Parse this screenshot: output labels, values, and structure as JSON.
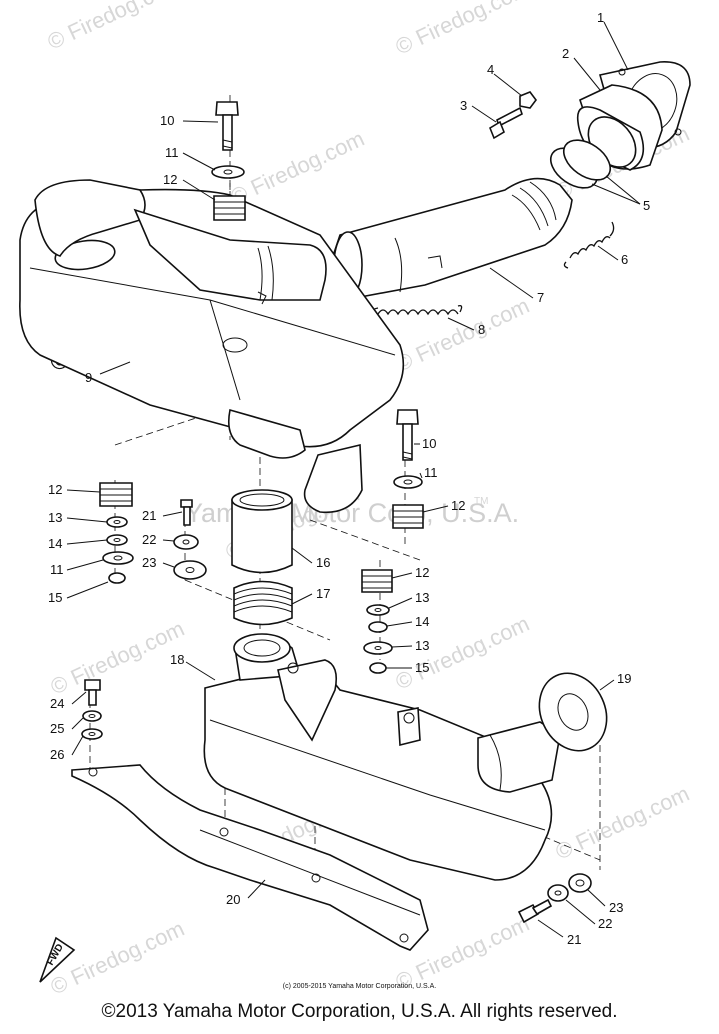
{
  "watermarks": {
    "small": "© Firedog.com",
    "large": "Yamaha Motor Corp, U.S.A.",
    "tm": "TM"
  },
  "callouts": [
    "1",
    "2",
    "3",
    "4",
    "5",
    "6",
    "7",
    "8",
    "9",
    "10",
    "11",
    "12",
    "13",
    "14",
    "15",
    "16",
    "17",
    "18",
    "19",
    "20",
    "21",
    "22",
    "23",
    "24",
    "25",
    "26"
  ],
  "direction_badge": "FWD",
  "footer": {
    "small": "(c) 2005-2015 Yamaha Motor Corporation, U.S.A.",
    "main": "©2013 Yamaha Motor Corporation, U.S.A. All rights reserved."
  }
}
